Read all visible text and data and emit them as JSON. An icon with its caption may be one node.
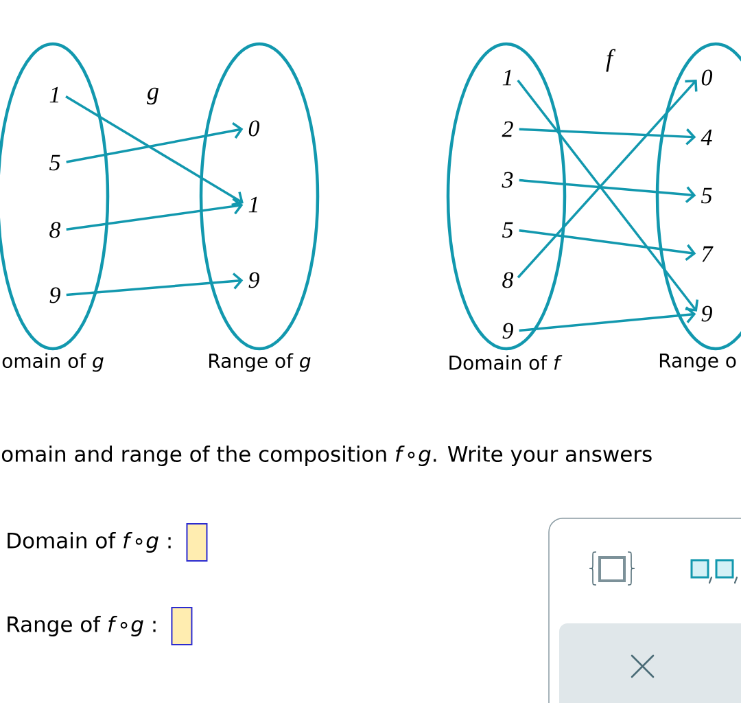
{
  "diagram": {
    "nodes": [
      {
        "text": [
          "omain of *g*"
        ]
      },
      {
        "text": [
          "1"
        ],
        "in": 0
      },
      {
        "text": [
          "5"
        ],
        "in": 0
      },
      {
        "text": [
          "8"
        ],
        "in": 0
      },
      {
        "text": [
          "9"
        ],
        "in": 0
      },
      {
        "text": [
          "Range of *g*"
        ]
      },
      {
        "text": [
          "0"
        ],
        "in": 5
      },
      {
        "text": [
          "1"
        ],
        "in": 5
      },
      {
        "text": [
          "9"
        ],
        "in": 5
      },
      {
        "text": [
          "Domain of *f*"
        ]
      },
      {
        "text": [
          "1"
        ],
        "in": 9
      },
      {
        "text": [
          "2"
        ],
        "in": 9
      },
      {
        "text": [
          "3"
        ],
        "in": 9
      },
      {
        "text": [
          "5"
        ],
        "in": 9
      },
      {
        "text": [
          "8"
        ],
        "in": 9
      },
      {
        "text": [
          "9"
        ],
        "in": 9
      },
      {
        "text": [
          "Range o"
        ]
      },
      {
        "text": [
          "0"
        ],
        "in": 16
      },
      {
        "text": [
          "4"
        ],
        "in": 16
      },
      {
        "text": [
          "5"
        ],
        "in": 16
      },
      {
        "text": [
          "7"
        ],
        "in": 16
      },
      {
        "text": [
          "9"
        ],
        "in": 16
      }
    ],
    "edges": [
      {
        "from": 1,
        "to": 7,
        "arrow": "to"
      },
      {
        "from": 2,
        "to": 6,
        "arrow": "to"
      },
      {
        "from": 3,
        "to": 7,
        "arrow": "to"
      },
      {
        "from": 4,
        "to": 8,
        "arrow": "to"
      },
      {
        "from": 10,
        "to": 21,
        "arrow": "to"
      },
      {
        "from": 11,
        "to": 18,
        "arrow": "to"
      },
      {
        "from": 12,
        "to": 19,
        "arrow": "to"
      },
      {
        "from": 13,
        "to": 20,
        "arrow": "to"
      },
      {
        "from": 14,
        "to": 17,
        "arrow": "to"
      },
      {
        "from": 15,
        "to": 21,
        "arrow": "to"
      }
    ],
    "labels": [
      "g",
      "f",
      "omain and range of the composition *f*∘*g*. Write your answers",
      "Domain of *f*∘*g* :",
      "Range of *f*∘*g* :"
    ]
  }
}
